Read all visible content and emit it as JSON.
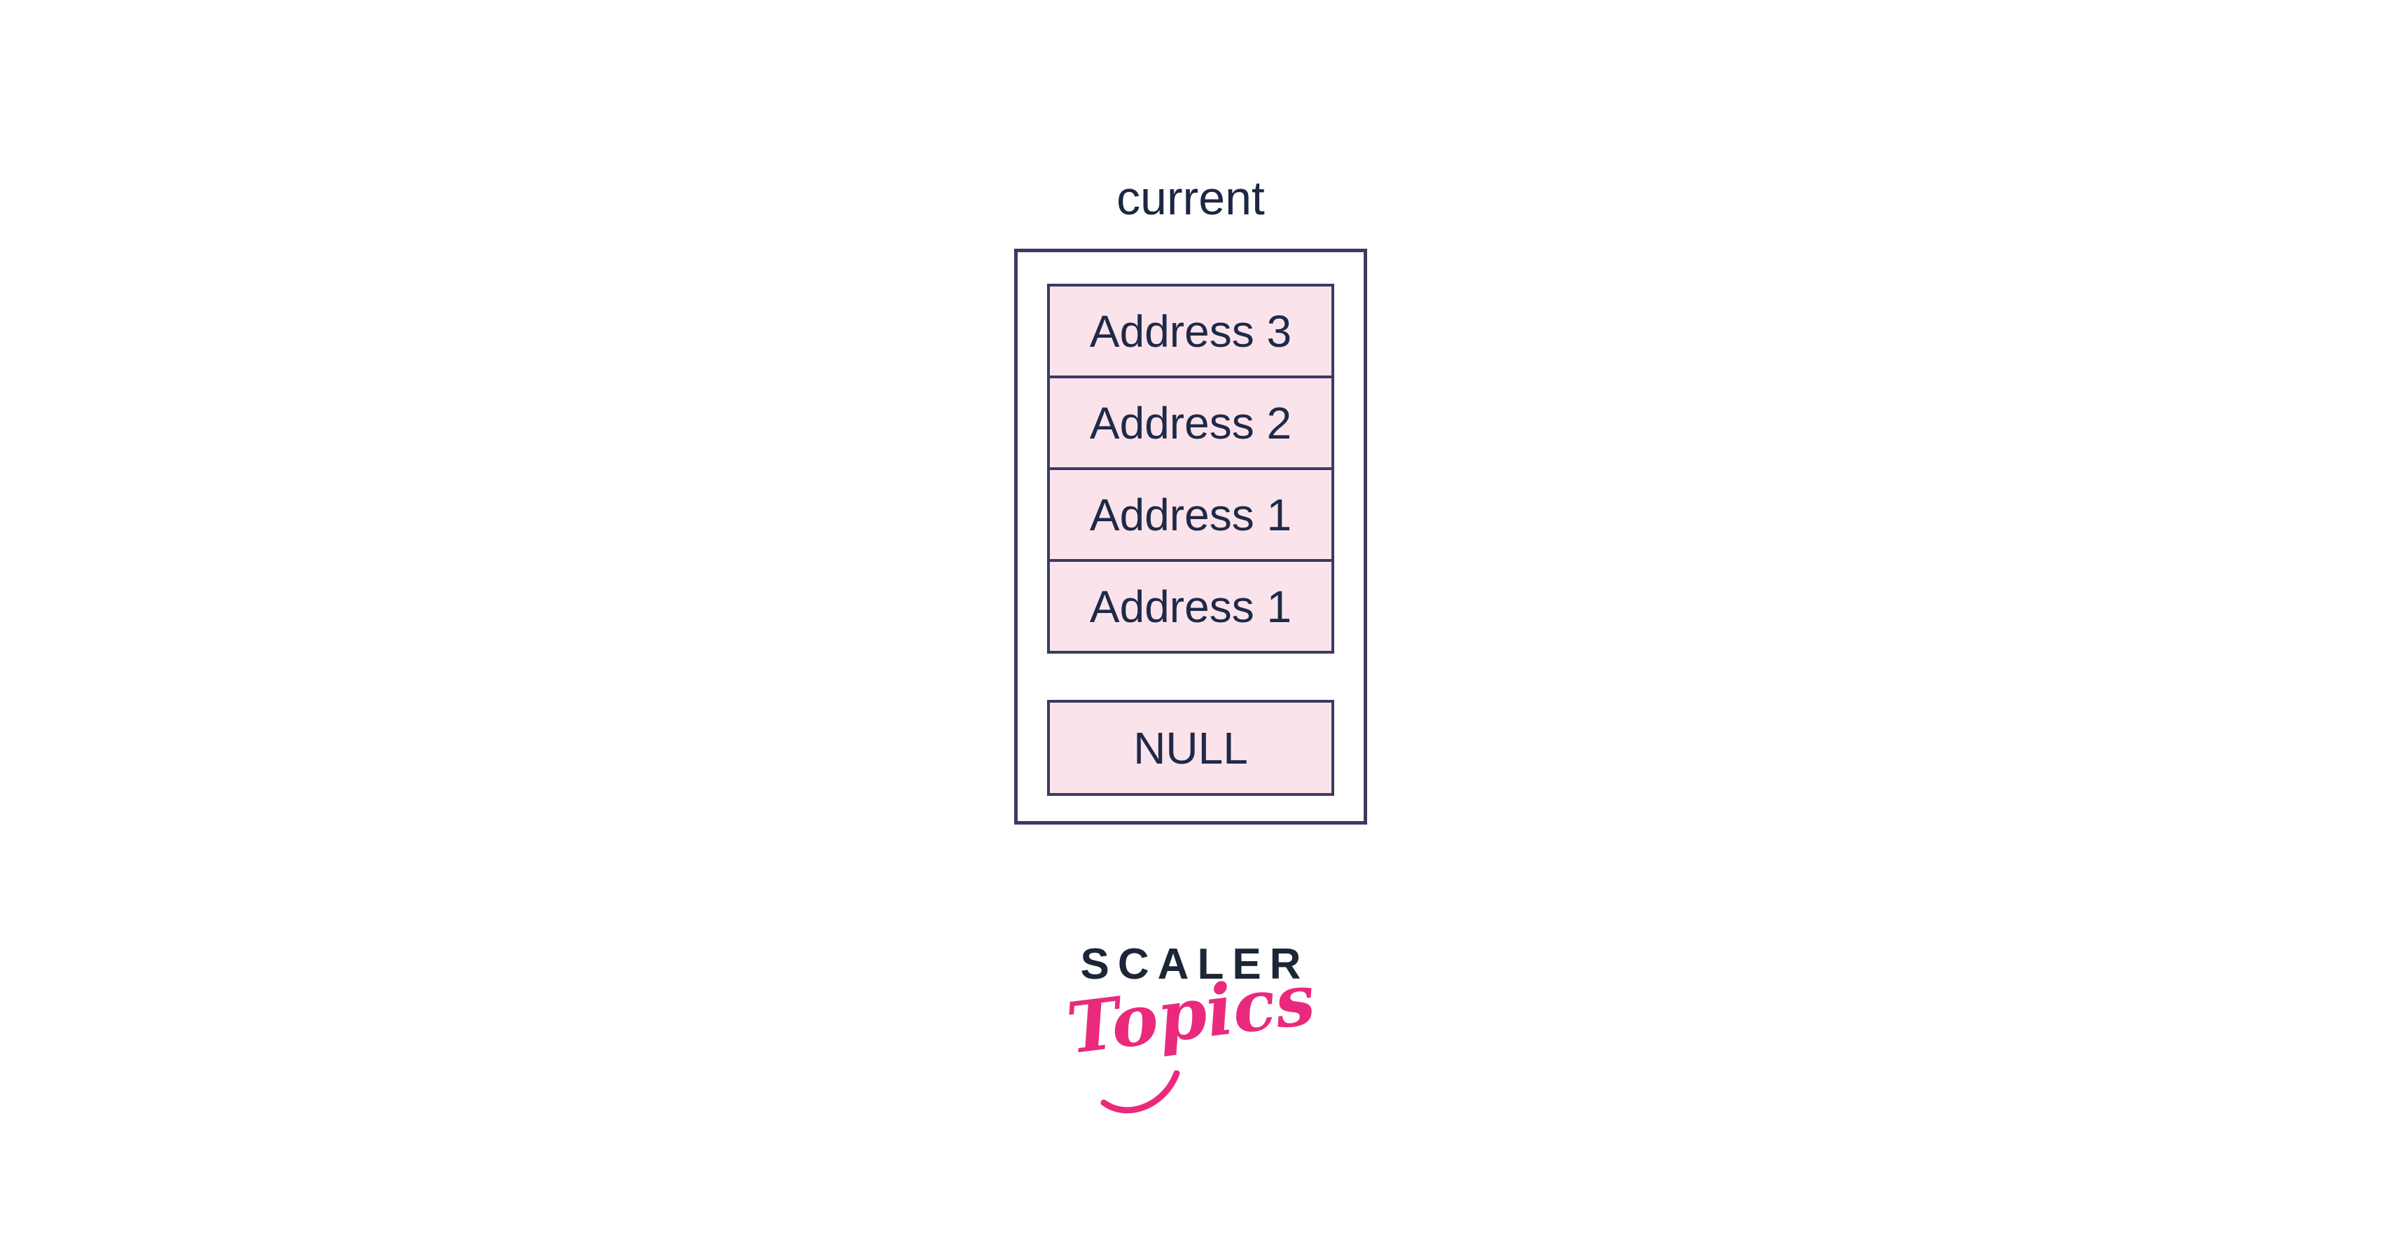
{
  "diagram": {
    "pointer_label": "current",
    "cells": [
      "Address 3",
      "Address 2",
      "Address 1",
      "Address 1"
    ],
    "null_label": "NULL"
  },
  "logo": {
    "primary": "SCALER",
    "secondary": "Topics"
  },
  "colors": {
    "background": "#ffffff",
    "box_border": "#3c3a62",
    "cell_fill": "#fbe3ec",
    "diagram_text": "#1e2a47",
    "logo_navy": "#1b2637",
    "logo_pink": "#e92a7c"
  }
}
